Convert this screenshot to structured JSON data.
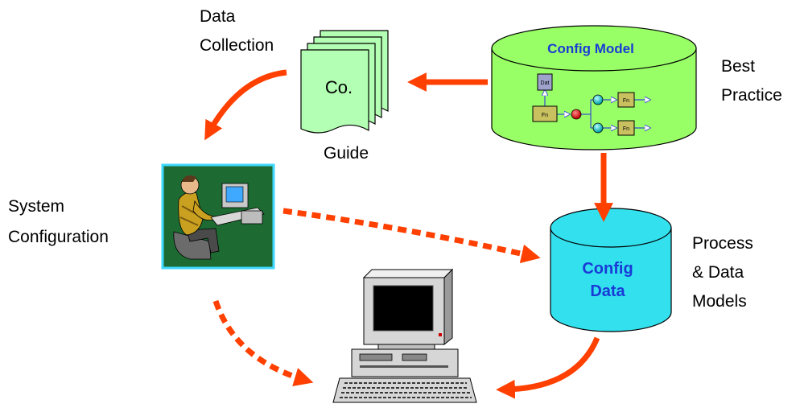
{
  "labels": {
    "data_collection_line1": "Data",
    "data_collection_line2": "Collection",
    "guide": "Guide",
    "guide_doc": "Co.",
    "best_practice_line1": "Best",
    "best_practice_line2": "Practice",
    "system_config_line1": "System",
    "system_config_line2": "Configuration",
    "process_models_line1": "Process",
    "process_models_line2": "& Data",
    "process_models_line3": "Models",
    "config_model_title": "Config Model",
    "config_data_line1": "Config",
    "config_data_line2": "Data",
    "node_dat": "Dat",
    "node_fn": "Fn"
  },
  "colors": {
    "arrow": "#ff4000",
    "config_model_fill": "#99ff66",
    "config_data_fill": "#33e0ee",
    "config_title_text": "#1a3ad6",
    "guide_page_fill": "#b3ffb3",
    "scene_bg": "#1d6b33"
  }
}
